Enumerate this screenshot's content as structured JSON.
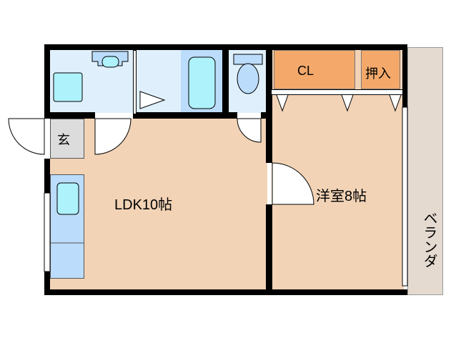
{
  "rooms": {
    "ldk": "LDK10帖",
    "western": "洋室8帖",
    "closet": "CL",
    "oshiire": "押入",
    "genkan": "玄",
    "balcony": "ベランダ"
  },
  "colors": {
    "floor": "#f2d3b6",
    "wet": "#dff0fc",
    "closet": "#f4a96b",
    "balcony": "#e4dad0",
    "genkan": "#dcdcdc",
    "fixture": "#aef2fb",
    "kitchen": "#bcdcfb"
  }
}
